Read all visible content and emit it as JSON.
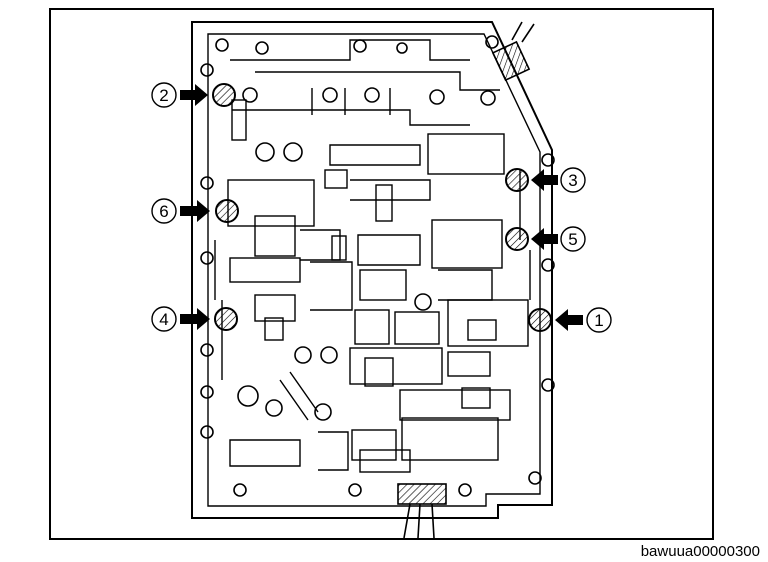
{
  "callouts": [
    {
      "number": "1"
    },
    {
      "number": "2"
    },
    {
      "number": "3"
    },
    {
      "number": "4"
    },
    {
      "number": "5"
    },
    {
      "number": "6"
    }
  ],
  "caption": "bawuua00000300",
  "colors": {
    "line": "#000000",
    "background": "#ffffff"
  }
}
